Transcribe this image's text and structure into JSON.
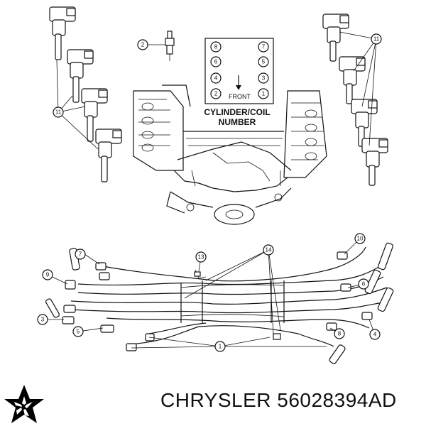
{
  "footer": {
    "brand": "CHRYSLER",
    "part_number": "56028394AD"
  },
  "cylinder_chart": {
    "title_line1": "CYLINDER/COIL",
    "title_line2": "NUMBER",
    "front_label": "FRONT",
    "left_column": [
      "8",
      "6",
      "4",
      "2"
    ],
    "right_column": [
      "7",
      "5",
      "3",
      "1"
    ]
  },
  "callouts": {
    "spark_plug": "2",
    "coils_left": "11",
    "coils_right": "11",
    "wire_10": "10",
    "wire_7": "7",
    "wire_9": "9",
    "wire_3": "3",
    "wire_5": "5",
    "clip_13": "13",
    "clip_14": "14",
    "wire_6": "6",
    "wire_4": "4",
    "wire_8": "8",
    "wire_1": "1"
  }
}
